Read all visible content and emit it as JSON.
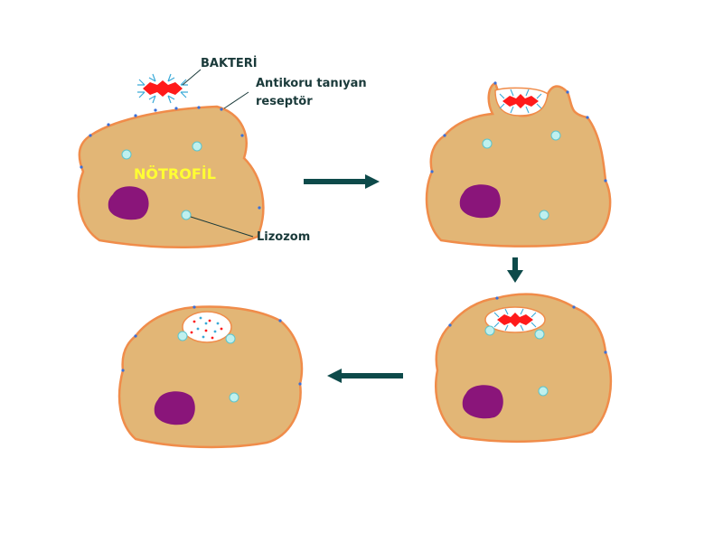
{
  "labels": {
    "bacteria": "BAKTERİ",
    "receptor_line1": "Antikoru tanıyan",
    "receptor_line2": "reseptör",
    "cell": "NÖTROFİL",
    "lysosome": "Lizozom"
  },
  "colors": {
    "cytoplasm": "#e2b676",
    "membrane": "#f08c4a",
    "nucleus": "#8a157a",
    "lysosome_fill": "#bff0ee",
    "lysosome_stroke": "#5cc4cc",
    "bacteria": "#ff1a1a",
    "antibody": "#3aaad8",
    "arrow": "#0d4a4a",
    "label_text": "#1a3a3a",
    "cell_label": "#ffff33"
  },
  "stages": [
    {
      "step": 1,
      "description_icon": "bacteria-approaching"
    },
    {
      "step": 2,
      "description_icon": "pseudopod-engulfing"
    },
    {
      "step": 3,
      "description_icon": "phagosome-formed"
    },
    {
      "step": 4,
      "description_icon": "bacteria-digested"
    }
  ]
}
